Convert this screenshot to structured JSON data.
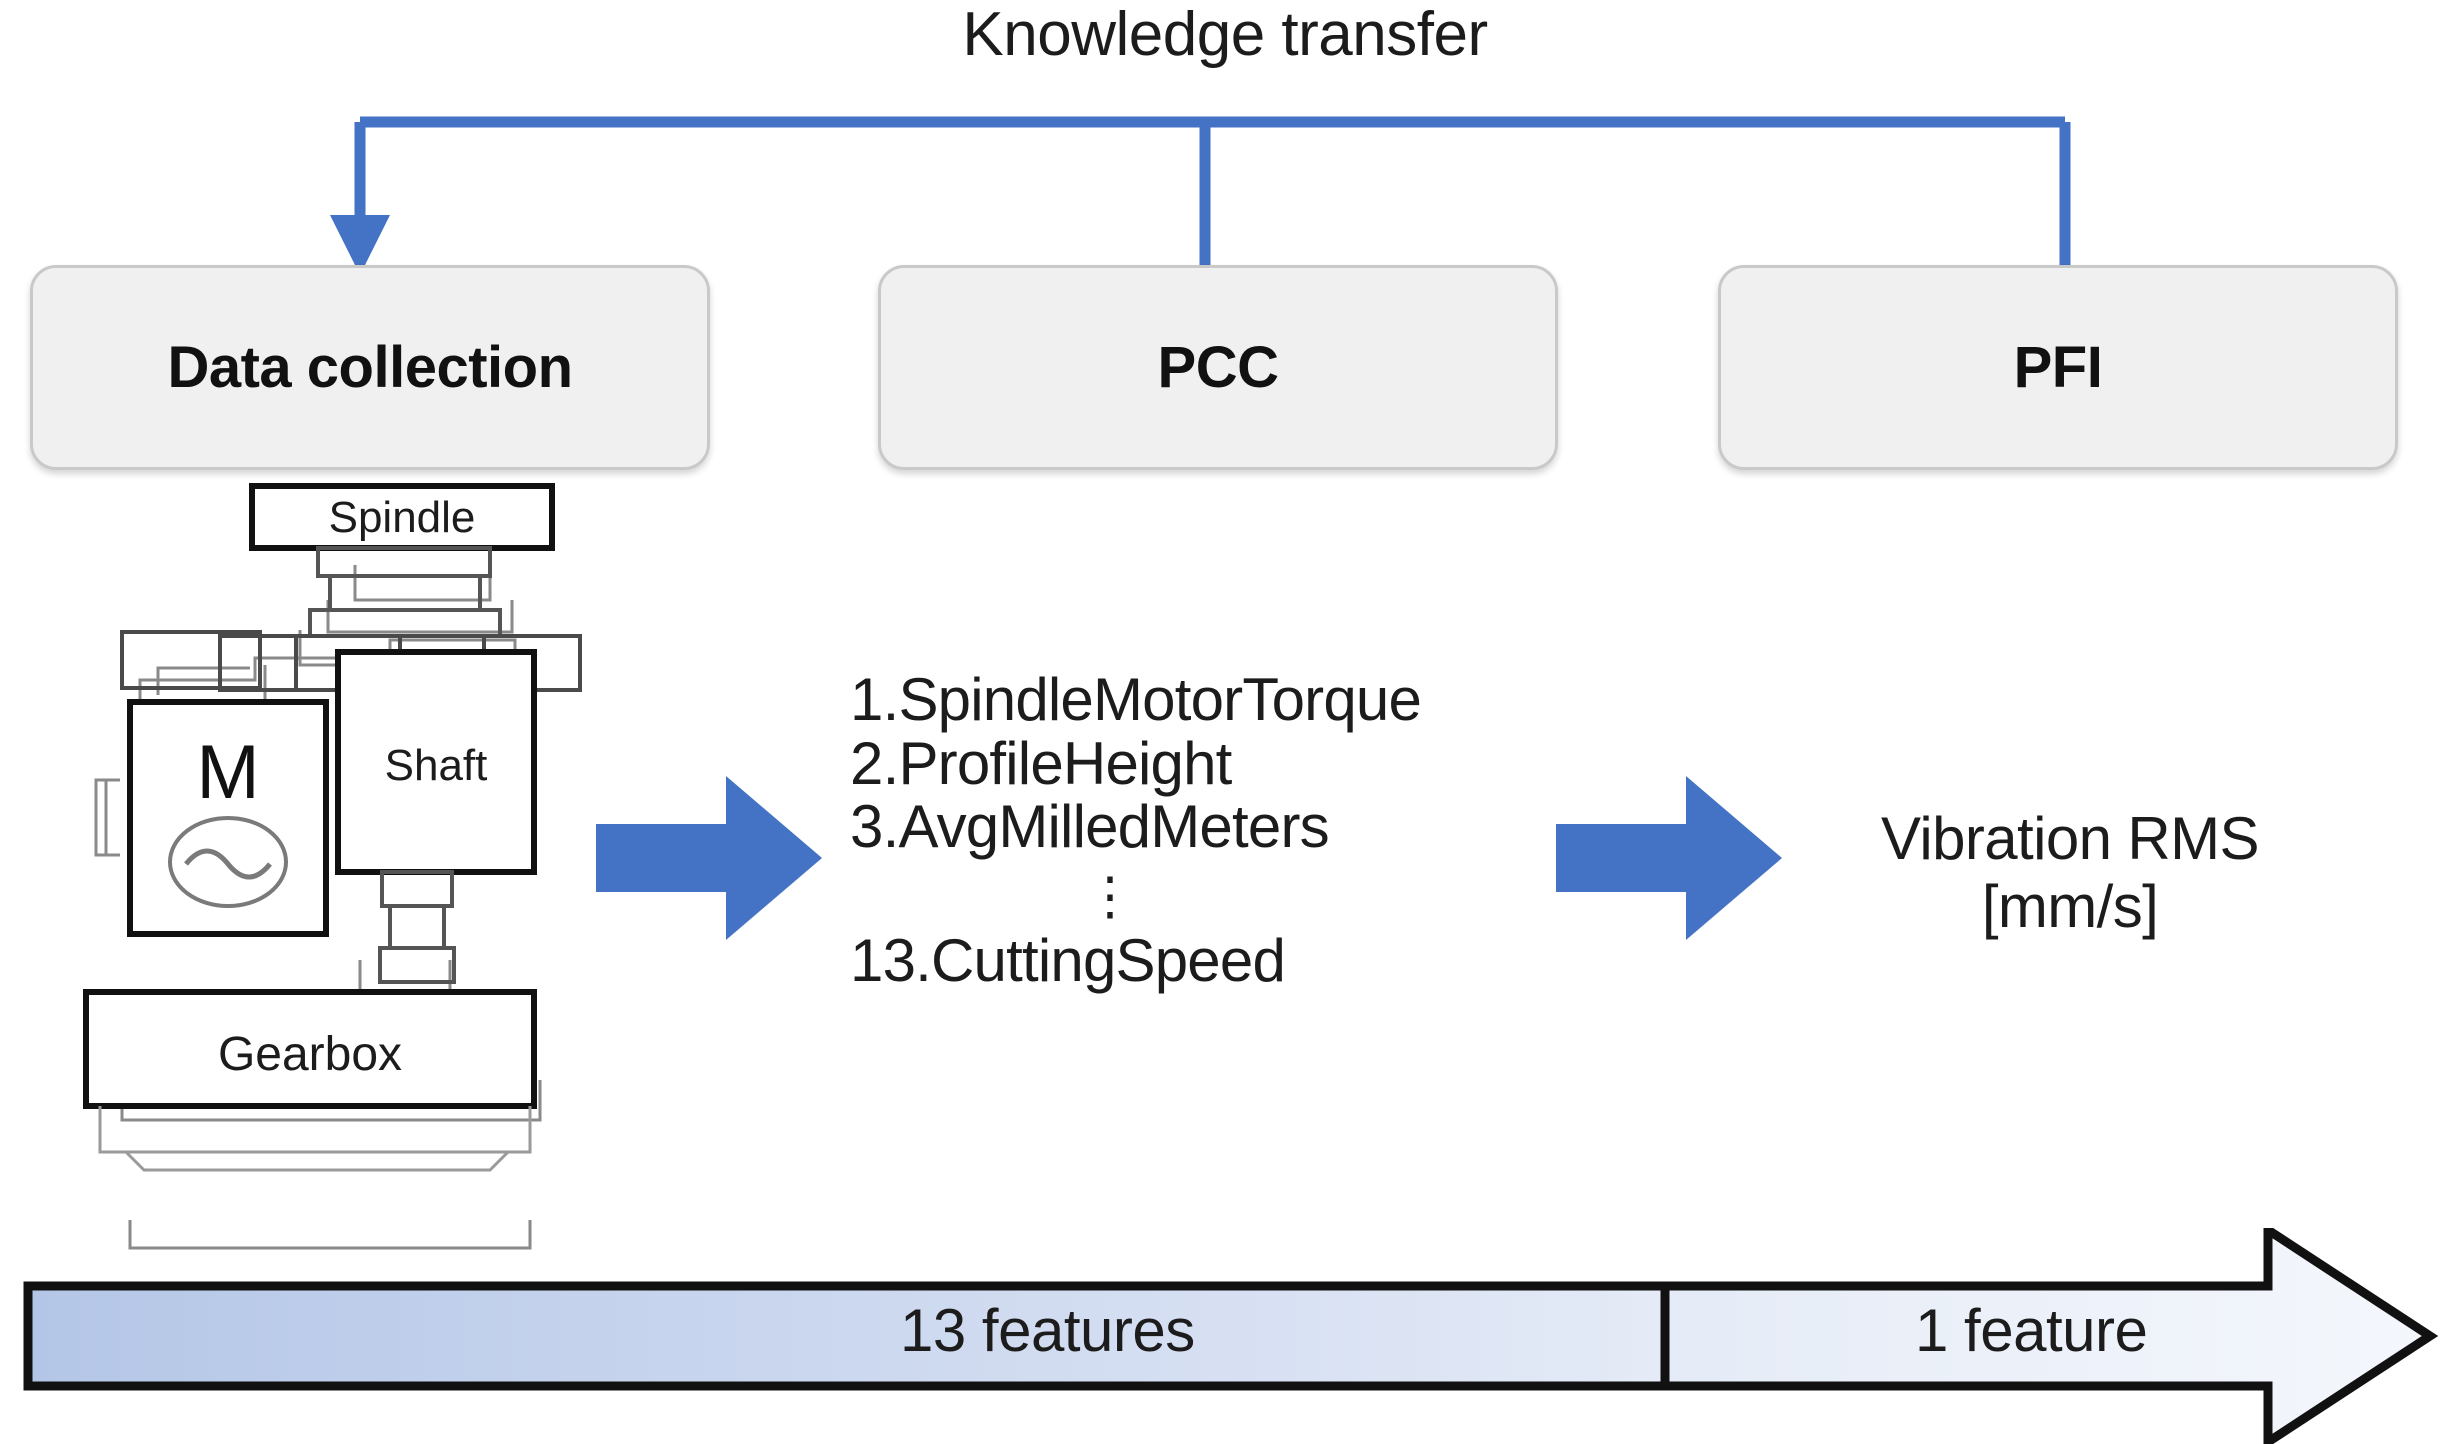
{
  "title": "Knowledge transfer",
  "colors": {
    "accent_blue": "#4472C4",
    "box_fill": "#F0F0F0",
    "box_border": "#C9C9C9",
    "band_gradient_start": "#B4C6E7",
    "band_gradient_end": "#F2F5FB",
    "text": "#1C1C1C"
  },
  "pipeline": {
    "stages": [
      {
        "id": "data-collection",
        "label": "Data collection"
      },
      {
        "id": "pcc",
        "label": "PCC"
      },
      {
        "id": "pfi",
        "label": "PFI"
      }
    ]
  },
  "machine": {
    "spindle_label": "Spindle",
    "motor_label": "M",
    "shaft_label": "Shaft",
    "gearbox_label": "Gearbox"
  },
  "features": {
    "items": [
      "1.SpindleMotorTorque",
      "2.ProfileHeight",
      "3.AvgMilledMeters"
    ],
    "ellipsis": "⋮",
    "last_item": "13.CuttingSpeed"
  },
  "target": {
    "name": "Vibration RMS",
    "unit": "[mm/s]"
  },
  "band": {
    "input_count_label": "13 features",
    "output_count_label": "1 feature"
  }
}
